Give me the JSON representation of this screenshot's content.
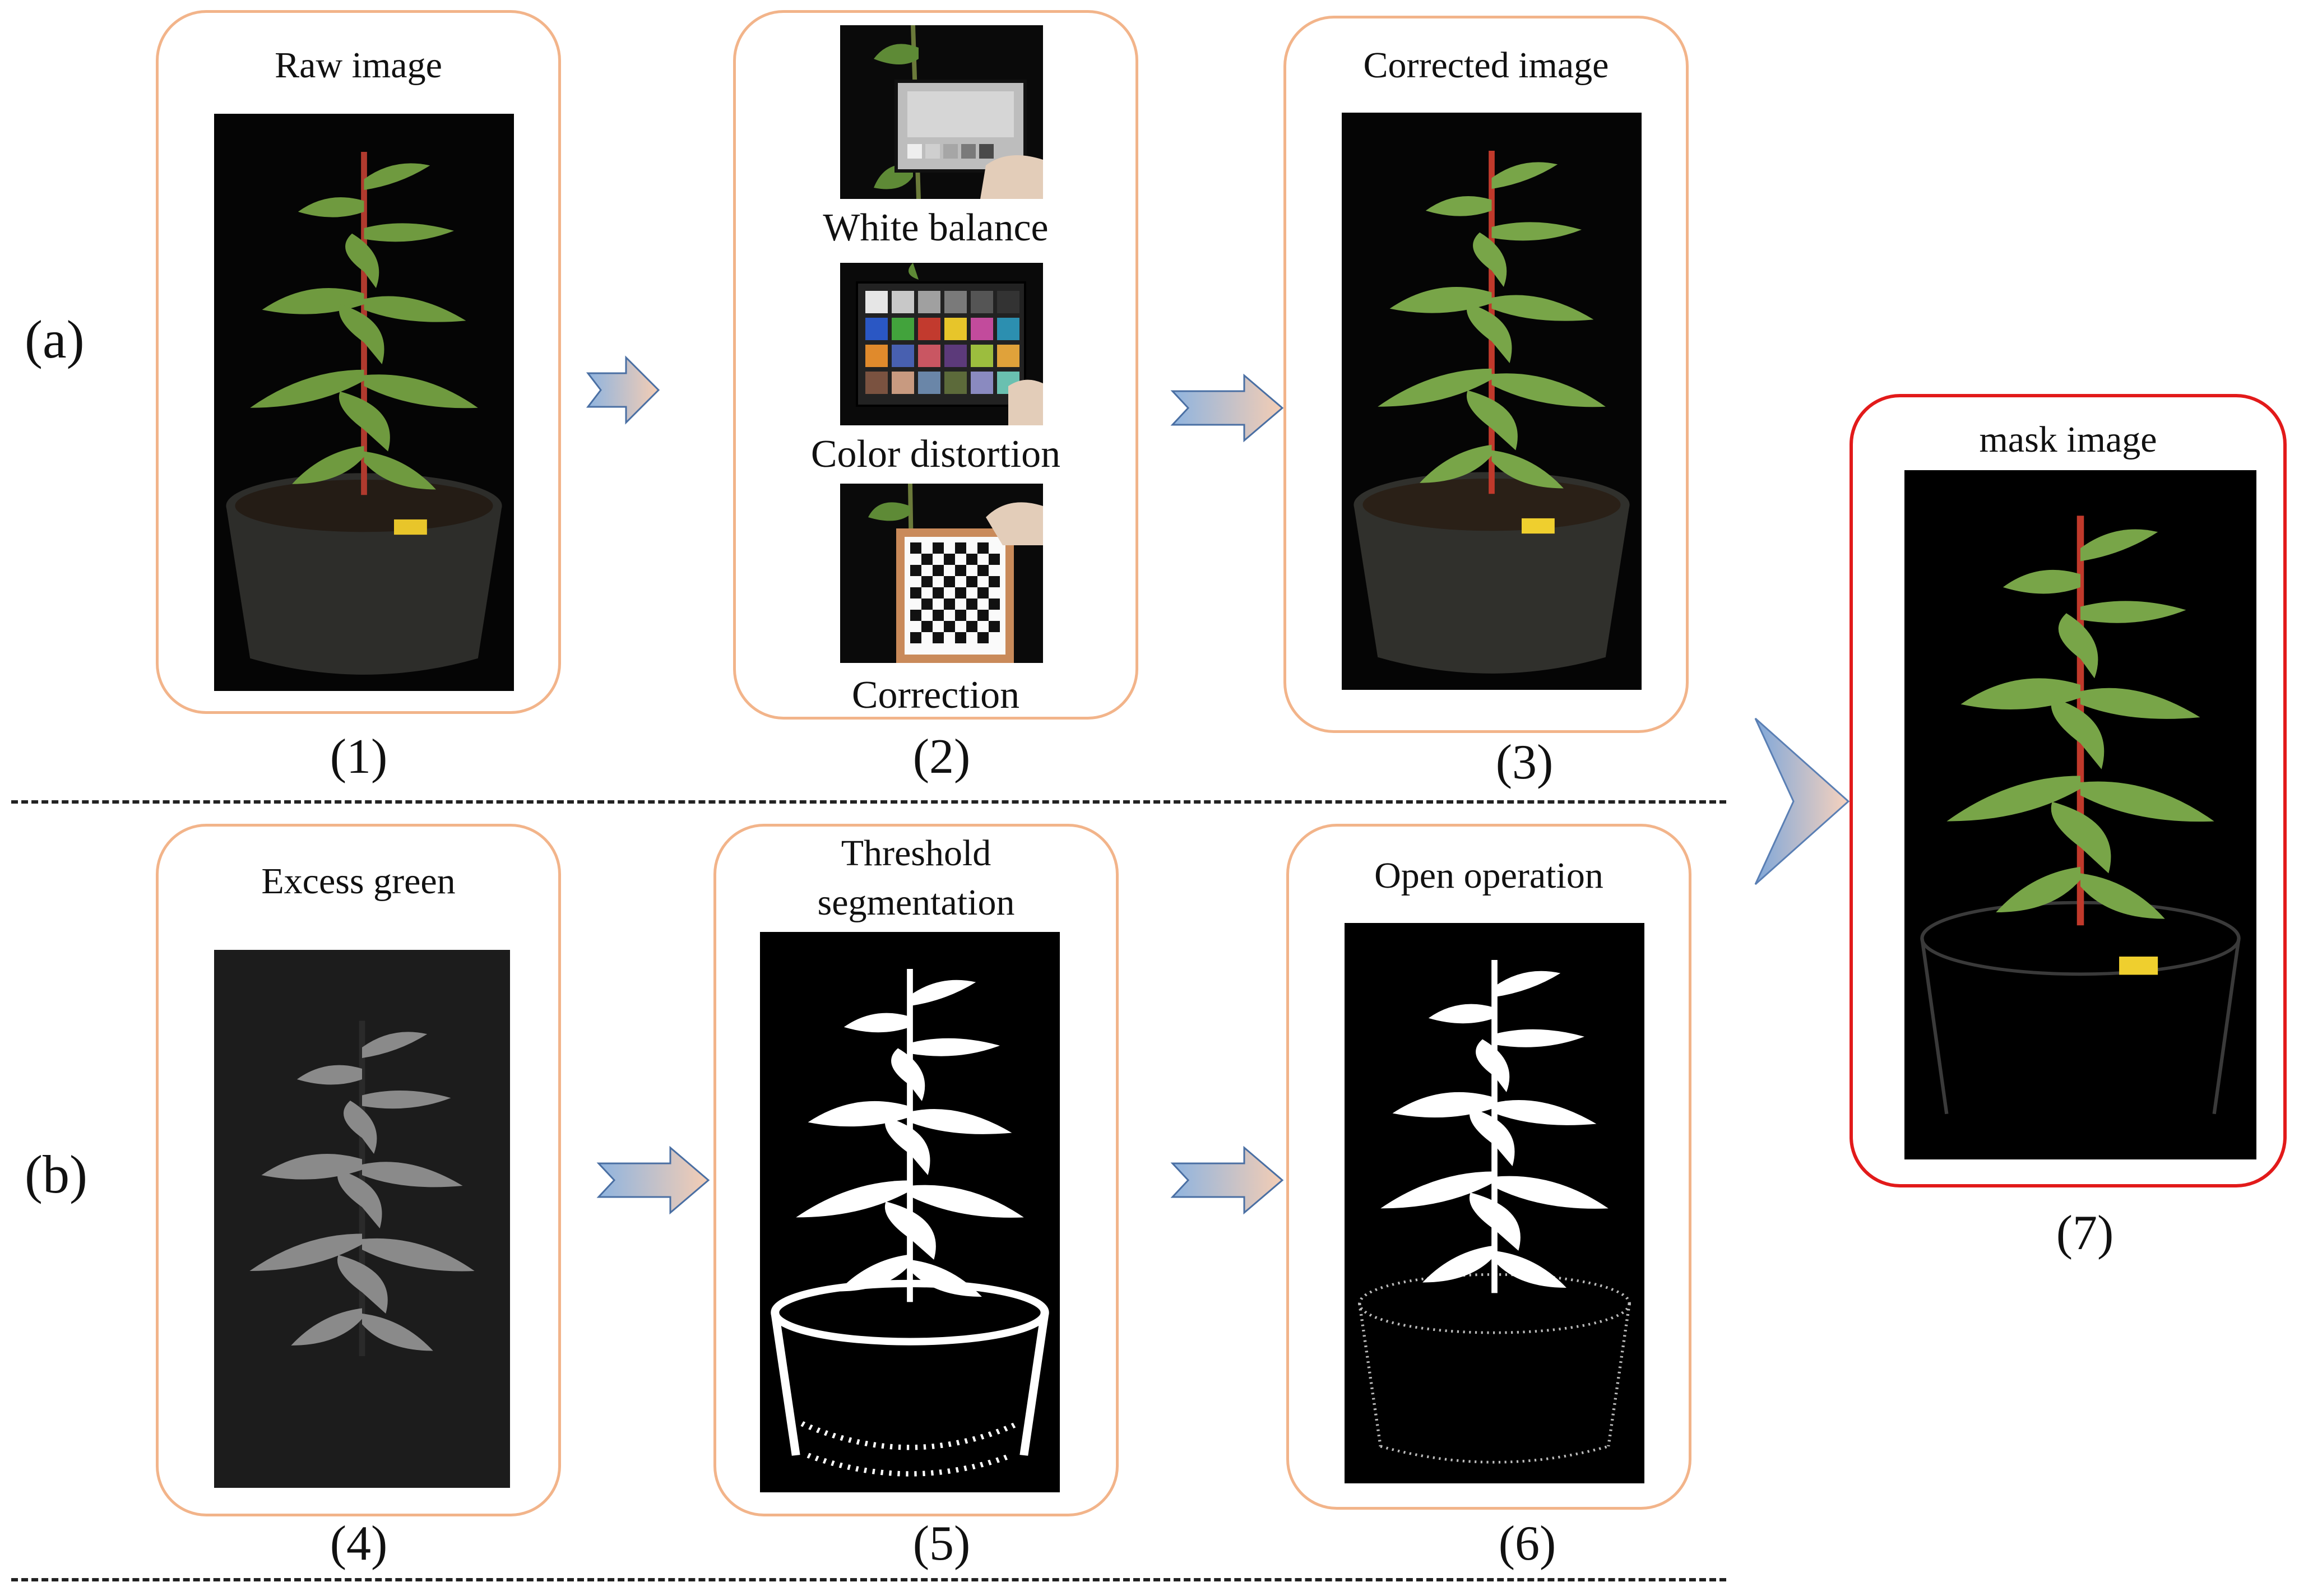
{
  "row_labels": {
    "a": "(a)",
    "b": "(b)"
  },
  "panels": {
    "p1": {
      "title": "Raw image",
      "number": "(1)"
    },
    "p2": {
      "captions": [
        "White balance",
        "Color distortion",
        "Correction"
      ],
      "number": "(2)"
    },
    "p3": {
      "title": "Corrected image",
      "number": "(3)"
    },
    "p4": {
      "title": "Excess green",
      "number": "(4)"
    },
    "p5": {
      "title_line1": "Threshold",
      "title_line2": "segmentation",
      "number": "(5)"
    },
    "p6": {
      "title": "Open operation",
      "number": "(6)"
    },
    "p7": {
      "title": "mask image",
      "number": "(7)"
    }
  },
  "colors": {
    "panel_border": "#f2b48a",
    "final_border": "#e21a1a",
    "arrow_blue": "#8fb4df",
    "arrow_peach": "#f4cdb4",
    "leaf": "#6f9a3f",
    "stem": "#c0392b"
  }
}
